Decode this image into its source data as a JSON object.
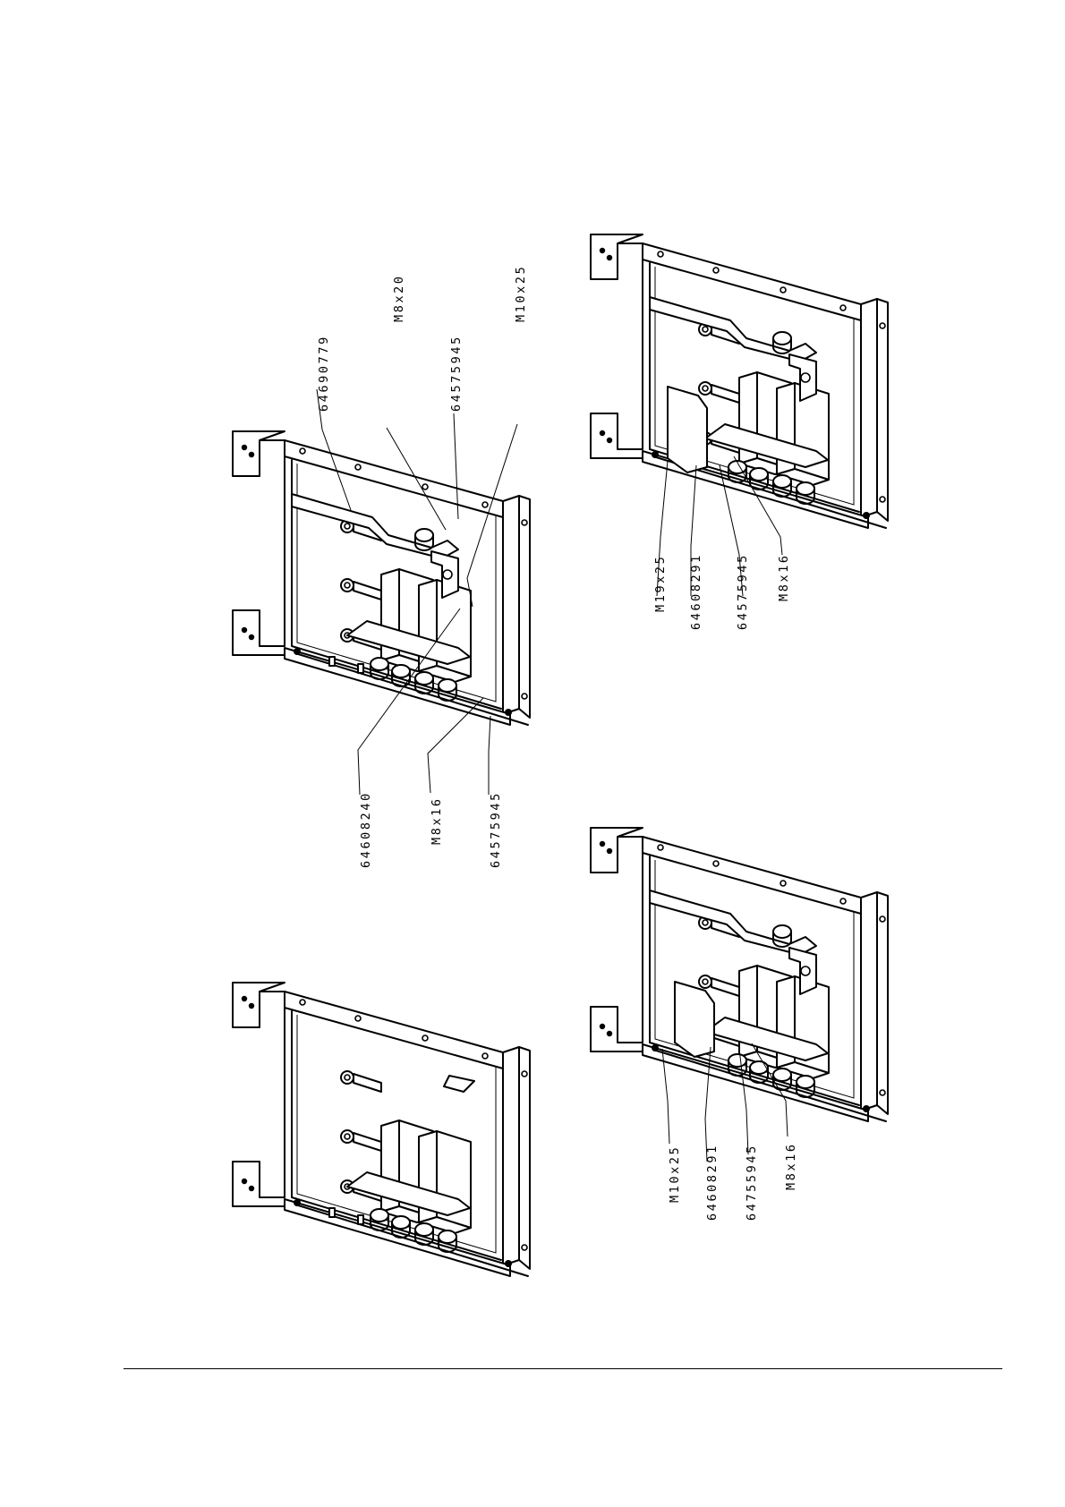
{
  "views": {
    "top_left": {
      "callouts": [
        "64690779",
        "M8x20",
        "64575945",
        "M10x25",
        "64608240",
        "M8x16",
        "64575945"
      ]
    },
    "top_right": {
      "callouts": [
        "M19x25",
        "64608291",
        "64575945",
        "M8x16"
      ]
    },
    "bottom_right": {
      "callouts": [
        "M10x25",
        "64608291",
        "64755945",
        "M8x16"
      ]
    }
  },
  "colors": {
    "ink": "#000000",
    "paper": "#ffffff"
  }
}
